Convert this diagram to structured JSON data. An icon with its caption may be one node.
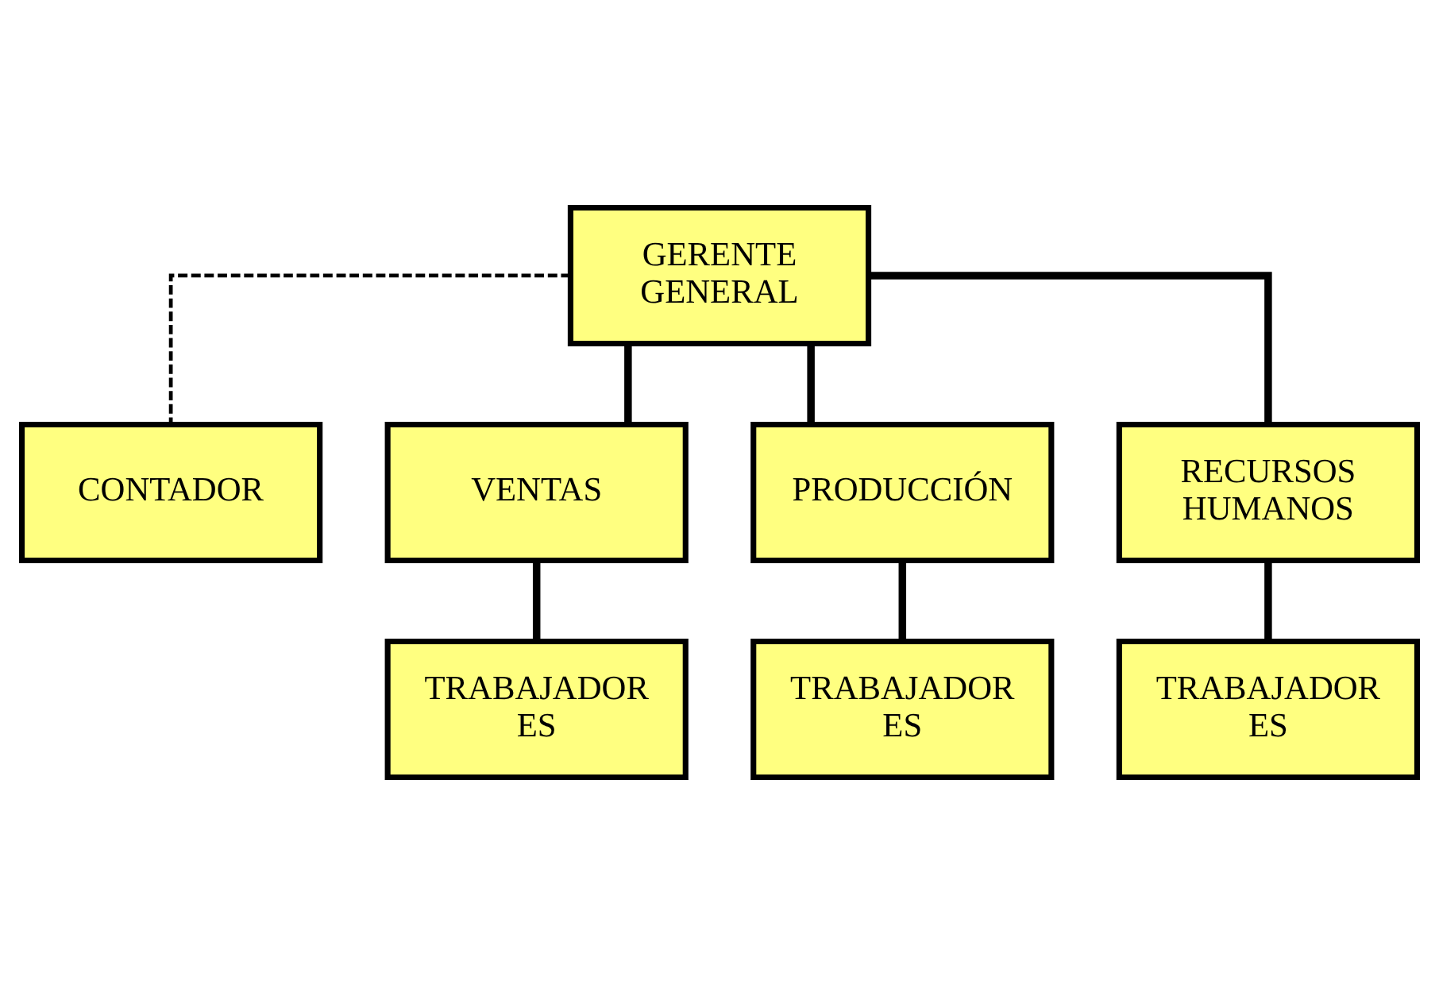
{
  "diagram": {
    "nodes": [
      {
        "text": [
          "GERENTE GENERAL"
        ]
      },
      {
        "text": [
          "CONTADOR"
        ]
      },
      {
        "text": [
          "VENTAS"
        ]
      },
      {
        "text": [
          "PRODUCCIÓN"
        ]
      },
      {
        "text": [
          "RECURSOS HUMANOS"
        ]
      },
      {
        "text": [
          "TRABAJADOR ES"
        ]
      },
      {
        "text": [
          "TRABAJADOR ES"
        ]
      },
      {
        "text": [
          "TRABAJADOR ES"
        ]
      }
    ],
    "edges": [
      {
        "from": 0,
        "to": 1,
        "arrow": "none",
        "style": "dashed"
      },
      {
        "from": 0,
        "to": 2,
        "arrow": "none"
      },
      {
        "from": 0,
        "to": 3,
        "arrow": "none"
      },
      {
        "from": 0,
        "to": 4,
        "arrow": "none"
      },
      {
        "from": 2,
        "to": 5,
        "arrow": "none"
      },
      {
        "from": 3,
        "to": 6,
        "arrow": "none"
      },
      {
        "from": 4,
        "to": 7,
        "arrow": "none"
      }
    ]
  }
}
